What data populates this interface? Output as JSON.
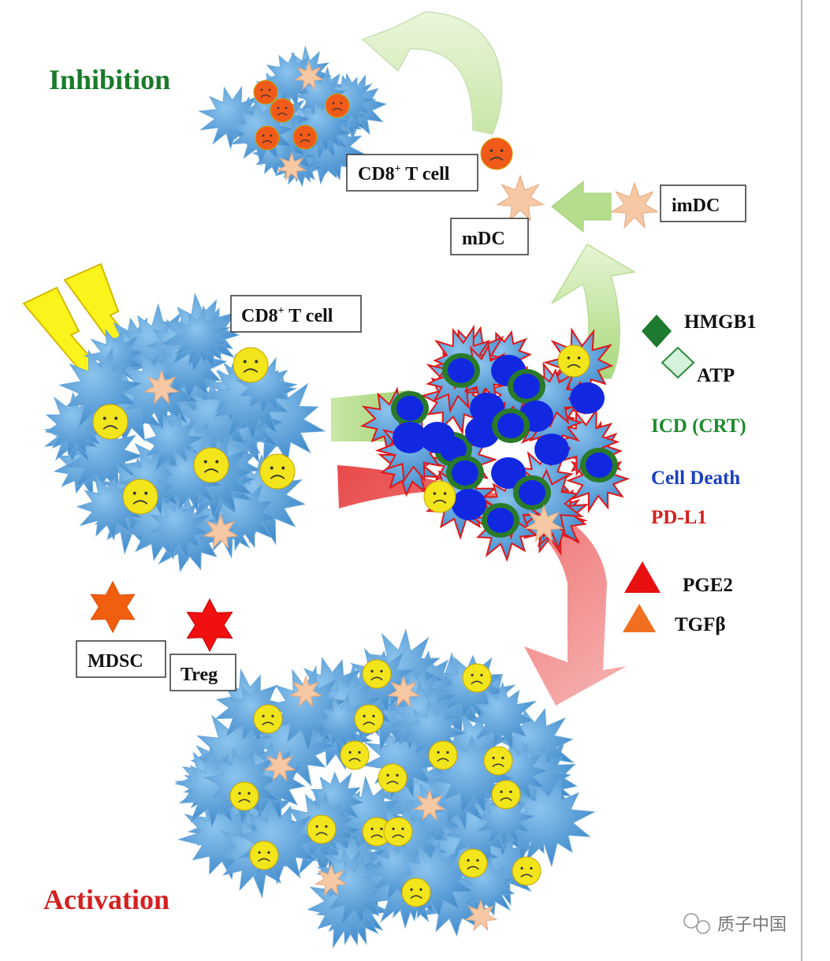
{
  "title_inhibition": "Inhibition",
  "title_activation": "Activation",
  "boxes": {
    "cd8_top": "CD8",
    "cd8_top_sup": "+",
    "cd8_top_rest": " T cell",
    "cd8_mid": "CD8",
    "cd8_mid_sup": "+",
    "cd8_mid_rest": " T cell",
    "mdc": "mDC",
    "imdc": "imDC",
    "mdsc": "MDSC",
    "treg": "Treg"
  },
  "legend": {
    "hmgb1": "HMGB1",
    "atp": "ATP",
    "icd": "ICD (CRT)",
    "cell_death": "Cell Death",
    "pdl1": "PD-L1",
    "pge2": "PGE2",
    "tgfb": "TGFβ"
  },
  "watermark": "质子中国",
  "colors": {
    "inhibition": "#1a7a2a",
    "activation": "#d42020",
    "icd": "#1e8a2e",
    "cell_death": "#1a3fbf",
    "pdl1": "#d42020",
    "tumor": "#4a9ad6",
    "smiley": "#f2e51c",
    "tcell_orange": "#f25a1a",
    "mdc": "#f7c8a4",
    "hmgb1": "#1e7a2e",
    "atp": "#c8f0d0",
    "pge2": "#e81010",
    "tgfb": "#f07020",
    "green_arrow": "#b8e08a",
    "red_arrow": "#ec6a6a"
  }
}
